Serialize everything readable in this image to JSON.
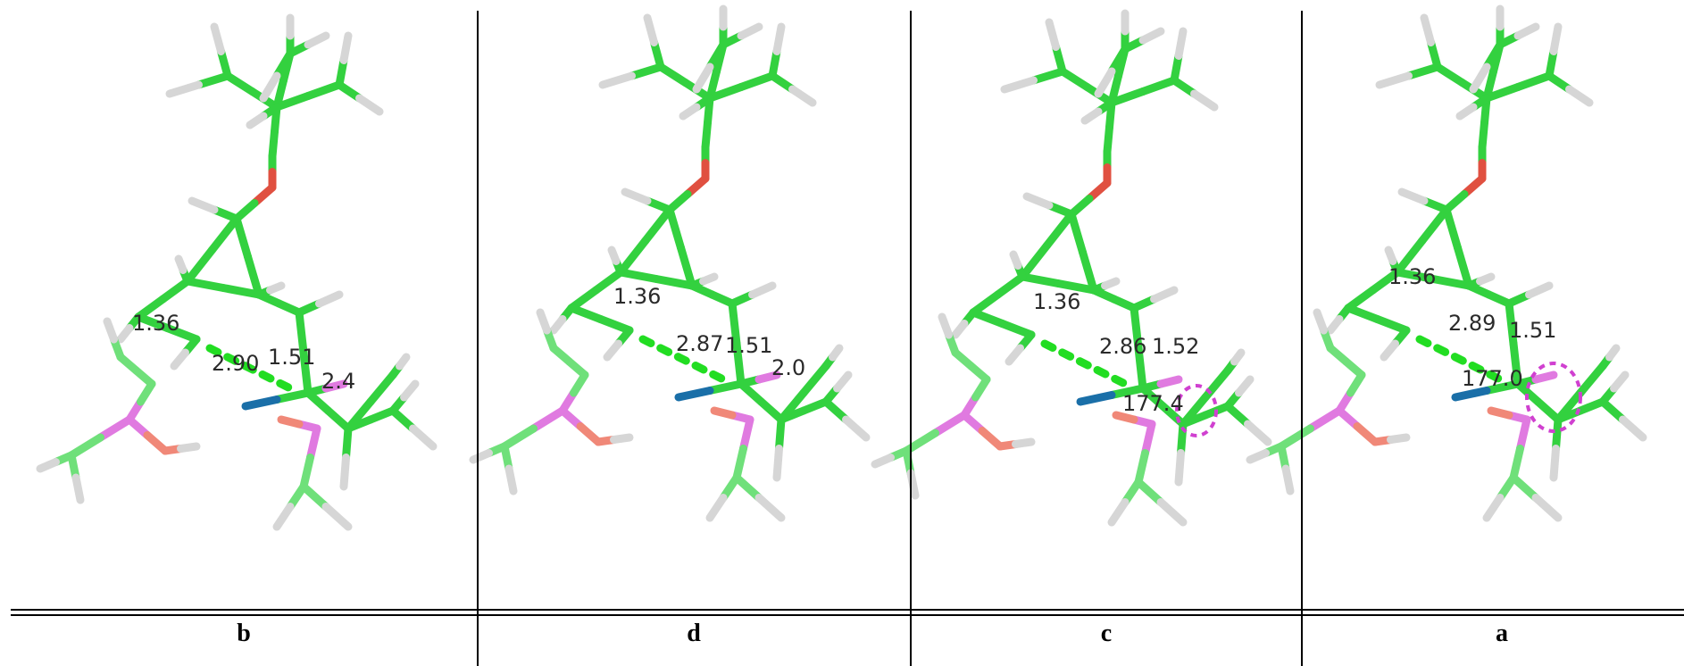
{
  "colors": {
    "carbon": "#33d13f",
    "carbon_faded": "#6fe07a",
    "hydrogen": "#d6d6d6",
    "oxygen": "#e05040",
    "oxygen_faded": "#f08878",
    "phosphorus": "#e07ae0",
    "nitrogen_blue": "#1a6fa8",
    "dash": "#22dd22",
    "angle": "#d040d0",
    "label": "#2a2a2a"
  },
  "panels": [
    {
      "caption": "b",
      "labels": [
        "1.36",
        "2.90",
        "1.51",
        "2.4"
      ]
    },
    {
      "caption": "d",
      "labels": [
        "1.36",
        "2.87",
        "1.51",
        "2.0"
      ]
    },
    {
      "caption": "c",
      "labels": [
        "1.36",
        "2.86",
        "1.52",
        "177.4"
      ]
    },
    {
      "caption": "a",
      "labels": [
        "1.36",
        "2.89",
        "1.51",
        "177.0"
      ]
    }
  ]
}
